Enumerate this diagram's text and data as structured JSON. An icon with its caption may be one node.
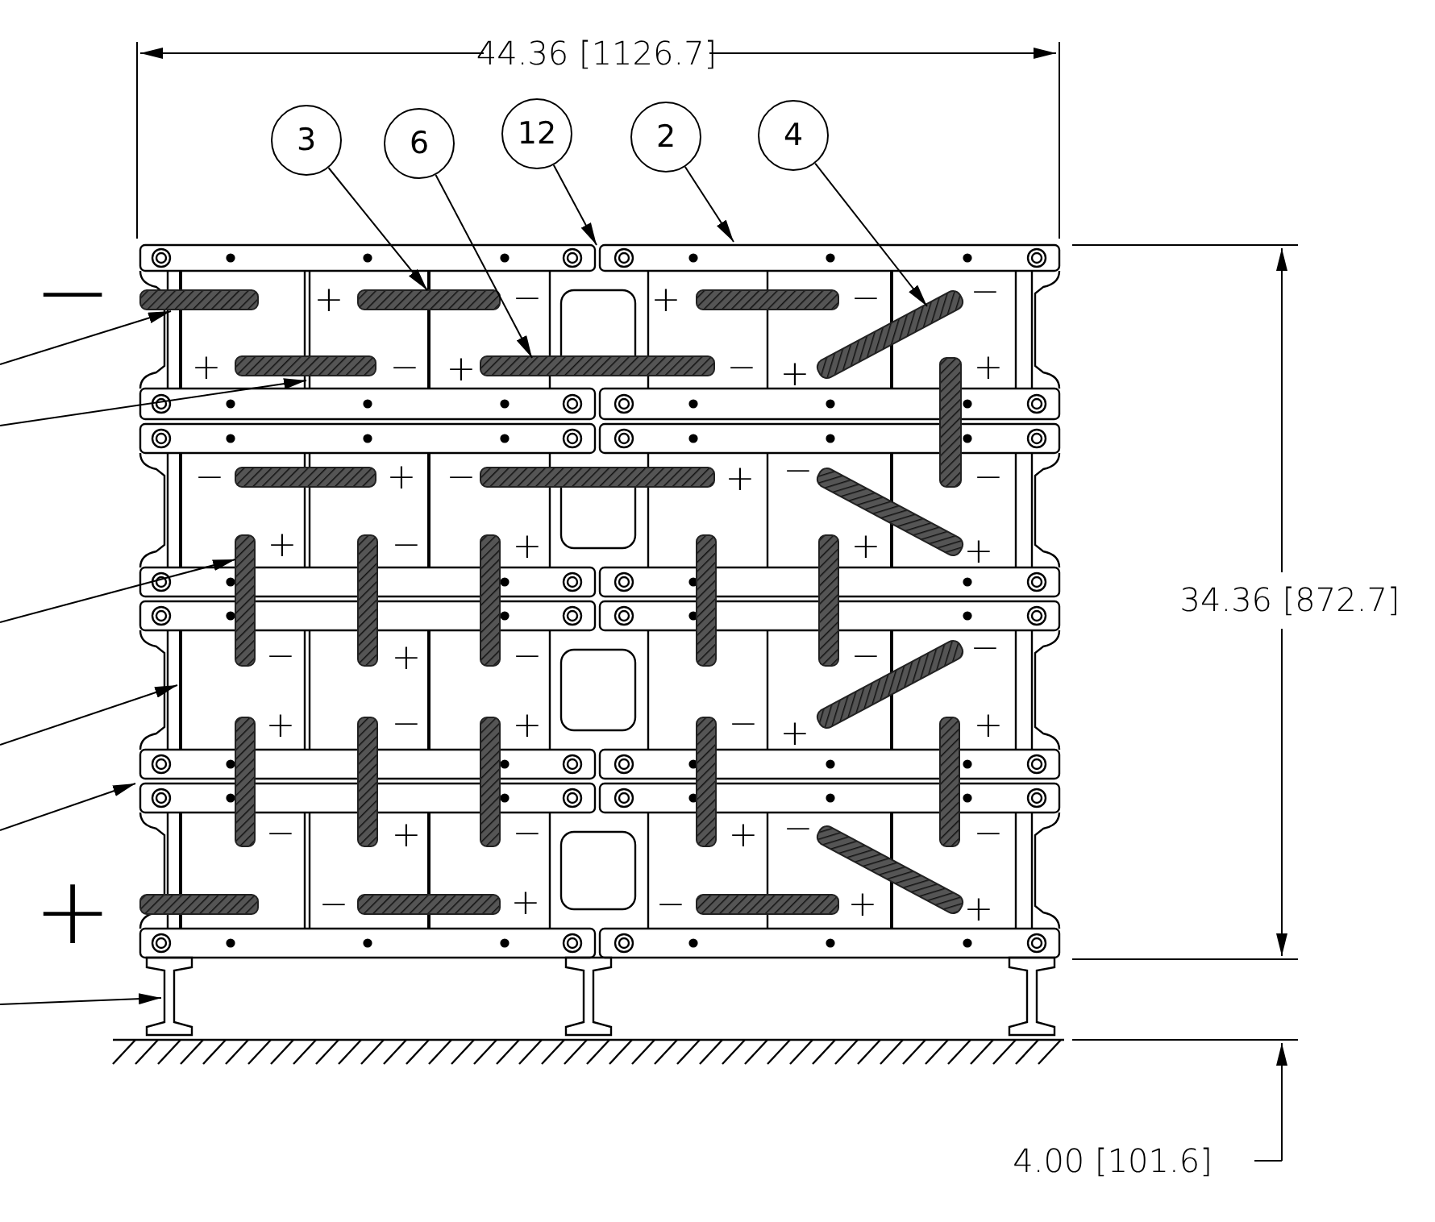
{
  "diagram": {
    "nodes": [
      {
        "text": [
          "3"
        ]
      },
      {
        "text": [
          "6"
        ]
      },
      {
        "text": [
          "12"
        ]
      },
      {
        "text": [
          "2"
        ]
      },
      {
        "text": [
          "4"
        ]
      }
    ],
    "edges": [
      {
        "from": 0,
        "to": null,
        "arrow": "to"
      },
      {
        "from": 1,
        "to": null,
        "arrow": "to"
      },
      {
        "from": 2,
        "to": null,
        "arrow": "to"
      },
      {
        "from": 3,
        "to": null,
        "arrow": "to"
      },
      {
        "from": 4,
        "to": null,
        "arrow": "to"
      }
    ],
    "labels": [
      "44.36 [1126.7]",
      "−",
      "+",
      "−",
      "+",
      "−",
      "−",
      "+",
      "−",
      "+",
      "−",
      "+",
      "+",
      "−",
      "+",
      "−",
      "+",
      "−",
      "−",
      "+",
      "−",
      "+",
      "+",
      "+",
      "34.36 [872.7]",
      "−",
      "+",
      "−",
      "−",
      "−",
      "+",
      "−",
      "+",
      "−",
      "+",
      "+",
      "−",
      "+",
      "−",
      "+",
      "−",
      "−",
      "+",
      "−",
      "+",
      "−",
      "+",
      "+",
      "4.00 [101.6]"
    ]
  }
}
